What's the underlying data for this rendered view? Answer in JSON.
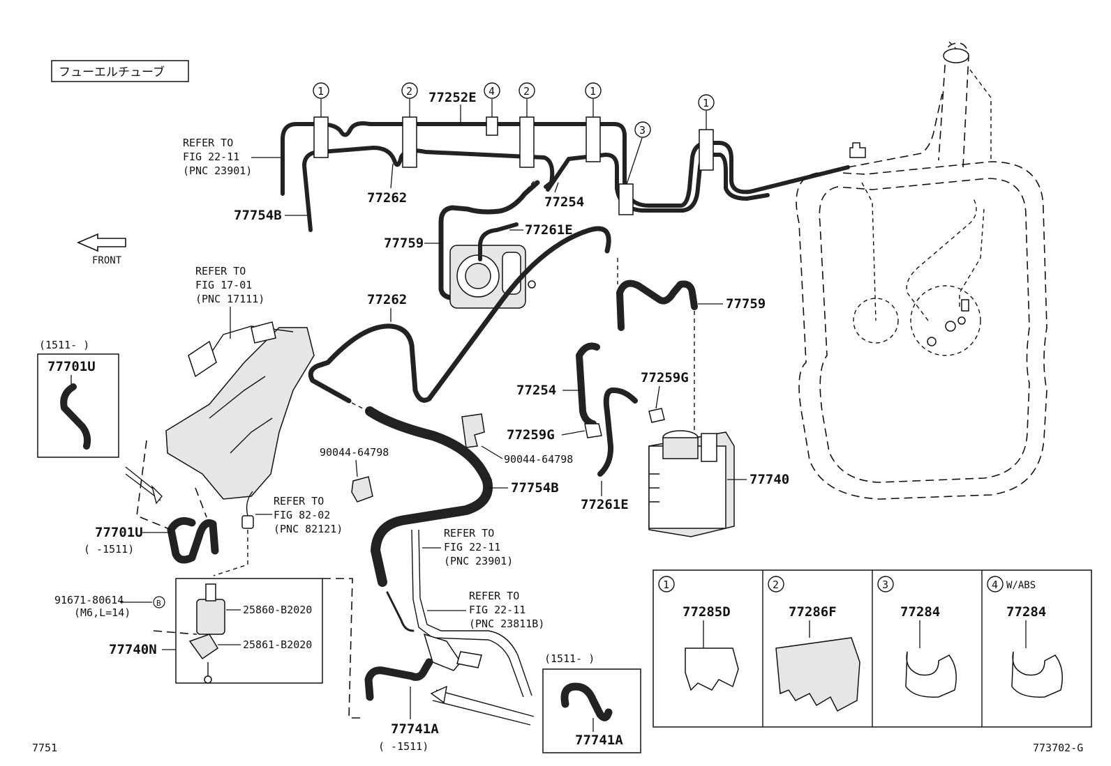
{
  "header": {
    "title": "フューエルチューブ"
  },
  "front_label": "FRONT",
  "refs": {
    "r_22_11_top": [
      "REFER TO",
      "FIG 22-11",
      "(PNC 23901)"
    ],
    "r_17_01": [
      "REFER TO",
      "FIG 17-01",
      "(PNC 17111)"
    ],
    "r_82_02": [
      "REFER TO",
      "FIG 82-02",
      "(PNC 82121)"
    ],
    "r_22_11_mid": [
      "REFER TO",
      "FIG 22-11",
      "(PNC 23901)"
    ],
    "r_22_11_low": [
      "REFER TO",
      "FIG 22-11",
      "(PNC 23811B)"
    ]
  },
  "parts": {
    "p77252E": "77252E",
    "p77262_top": "77262",
    "p77754B_top": "77754B",
    "p77254_top": "77254",
    "p77261E_top": "77261E",
    "p77759_left": "77759",
    "p77759_right": "77759",
    "p77262_mid": "77262",
    "p77254_mid": "77254",
    "p77259G_a": "77259G",
    "p77259G_b": "77259G",
    "p77261E_mid": "77261E",
    "p77740": "77740",
    "p90044_a": "90044-64798",
    "p90044_b": "90044-64798",
    "p77754B_mid": "77754B",
    "p77701U_box": "77701U",
    "p77701U": "77701U",
    "p77701U_range": "(    -1511)",
    "p1511_box_a": "(1511-    )",
    "p91671": "91671-80614",
    "p91671_spec": "(M6,L=14)",
    "p25860": "25860-B2020",
    "p25861": "25861-B2020",
    "p77740N": "77740N",
    "p77741A": "77741A",
    "p77741A_range": "(    -1511)",
    "p1511_box_b": "(1511-    )",
    "p77741A_box": "77741A"
  },
  "clamp_markers": {
    "c1": "1",
    "c2": "2",
    "c3": "3",
    "c4": "4",
    "b": "B"
  },
  "legend": [
    {
      "num": "1",
      "note": "",
      "part": "77285D"
    },
    {
      "num": "2",
      "note": "",
      "part": "77286F"
    },
    {
      "num": "3",
      "note": "",
      "part": "77284"
    },
    {
      "num": "4",
      "note": "W/ABS",
      "part": "77284"
    }
  ],
  "footer": {
    "left": "7751",
    "right": "773702-G"
  }
}
